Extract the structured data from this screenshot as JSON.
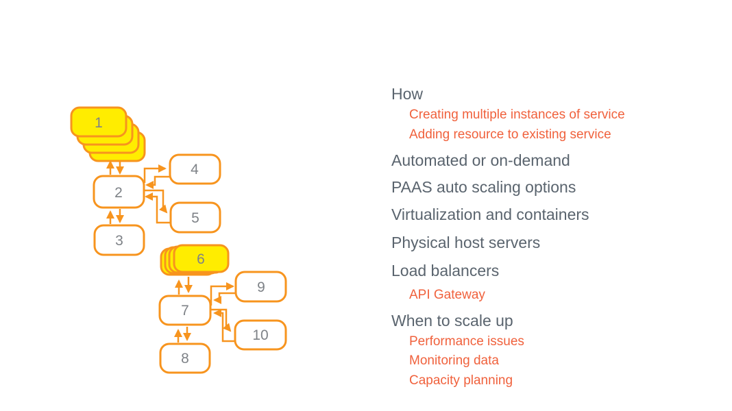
{
  "slide": {
    "background": "#ffffff"
  },
  "diagram": {
    "description": "Scaling diagram: numbered service nodes with bidirectional arrows; stacked yellow nodes represent multiple instances",
    "colors": {
      "node_border": "#F7941E",
      "node_fill": "#ffffff",
      "stacked_node_fill": "#FFED00",
      "node_label": "#7E8287",
      "arrow": "#F7941E"
    },
    "nodes": [
      {
        "id": "1",
        "label": "1",
        "stacked": true
      },
      {
        "id": "2",
        "label": "2",
        "stacked": false
      },
      {
        "id": "3",
        "label": "3",
        "stacked": false
      },
      {
        "id": "4",
        "label": "4",
        "stacked": false
      },
      {
        "id": "5",
        "label": "5",
        "stacked": false
      },
      {
        "id": "6",
        "label": "6",
        "stacked": true
      },
      {
        "id": "7",
        "label": "7",
        "stacked": false
      },
      {
        "id": "8",
        "label": "8",
        "stacked": false
      },
      {
        "id": "9",
        "label": "9",
        "stacked": false
      },
      {
        "id": "10",
        "label": "10",
        "stacked": false
      }
    ],
    "edges": [
      {
        "from": "1",
        "to": "2",
        "bidirectional": true
      },
      {
        "from": "2",
        "to": "3",
        "bidirectional": true
      },
      {
        "from": "2",
        "to": "4",
        "bidirectional": true
      },
      {
        "from": "2",
        "to": "5",
        "bidirectional": true
      },
      {
        "from": "6",
        "to": "7",
        "bidirectional": true
      },
      {
        "from": "7",
        "to": "8",
        "bidirectional": true
      },
      {
        "from": "7",
        "to": "9",
        "bidirectional": true
      },
      {
        "from": "7",
        "to": "10",
        "bidirectional": true
      }
    ]
  },
  "outline": {
    "colors": {
      "heading": "#5A646E",
      "subitem": "#F0613C"
    },
    "items": [
      {
        "text": "How",
        "level": 1
      },
      {
        "text": "Creating multiple instances of service",
        "level": 2
      },
      {
        "text": "Adding resource to existing service",
        "level": 2
      },
      {
        "text": "Automated or on-demand",
        "level": 1
      },
      {
        "text": "PAAS auto scaling options",
        "level": 1
      },
      {
        "text": "Virtualization and containers",
        "level": 1
      },
      {
        "text": "Physical host servers",
        "level": 1
      },
      {
        "text": "Load balancers",
        "level": 1
      },
      {
        "text": "API Gateway",
        "level": 2
      },
      {
        "text": "When to scale up",
        "level": 1
      },
      {
        "text": "Performance issues",
        "level": 2
      },
      {
        "text": "Monitoring data",
        "level": 2
      },
      {
        "text": "Capacity planning",
        "level": 2
      }
    ]
  }
}
